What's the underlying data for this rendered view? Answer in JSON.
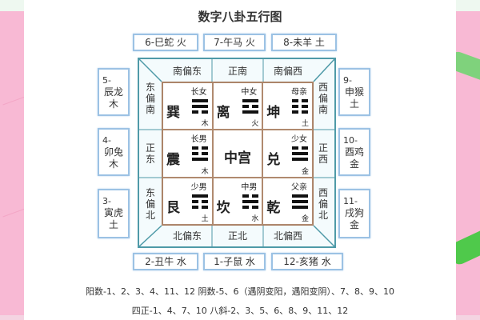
{
  "title": "数字八卦五行图",
  "top_boxes": [
    {
      "label": "6-巳蛇 火"
    },
    {
      "label": "7-午马 火"
    },
    {
      "label": "8-未羊 土"
    }
  ],
  "bottom_boxes": [
    {
      "label": "2-丑牛 水"
    },
    {
      "label": "1-子鼠 水"
    },
    {
      "label": "12-亥猪 水"
    }
  ],
  "left_boxes": [
    {
      "num": "5-",
      "animal": "辰龙",
      "element": "木"
    },
    {
      "num": "4-",
      "animal": "卯兔",
      "element": "木"
    },
    {
      "num": "3-",
      "animal": "寅虎",
      "element": "土"
    }
  ],
  "right_boxes": [
    {
      "num": "9-",
      "animal": "申猴",
      "element": "土"
    },
    {
      "num": "10-",
      "animal": "酉鸡",
      "element": "金"
    },
    {
      "num": "11-",
      "animal": "戌狗",
      "element": "金"
    }
  ],
  "directions": {
    "top": [
      "南偏东",
      "正南",
      "南偏西"
    ],
    "bottom": [
      "北偏东",
      "正北",
      "北偏西"
    ],
    "left": [
      "东偏南",
      "正东",
      "东偏北"
    ],
    "right": [
      "西偏南",
      "正西",
      "西偏北"
    ]
  },
  "trigrams": [
    {
      "name": "巽",
      "role": "长女",
      "element": "木",
      "lines": [
        "yang",
        "yang",
        "yin"
      ]
    },
    {
      "name": "离",
      "role": "中女",
      "element": "火",
      "lines": [
        "yang",
        "yin",
        "yang"
      ]
    },
    {
      "name": "坤",
      "role": "母亲",
      "element": "土",
      "lines": [
        "yin",
        "yin",
        "yin"
      ]
    },
    {
      "name": "震",
      "role": "长男",
      "element": "木",
      "lines": [
        "yin",
        "yin",
        "yang"
      ]
    },
    {
      "name": "中宫",
      "role": "",
      "element": "",
      "lines": []
    },
    {
      "name": "兑",
      "role": "少女",
      "element": "金",
      "lines": [
        "yin",
        "yang",
        "yang"
      ]
    },
    {
      "name": "艮",
      "role": "少男",
      "element": "土",
      "lines": [
        "yang",
        "yin",
        "yin"
      ]
    },
    {
      "name": "坎",
      "role": "中男",
      "element": "水",
      "lines": [
        "yin",
        "yang",
        "yin"
      ]
    },
    {
      "name": "乾",
      "role": "父亲",
      "element": "金",
      "lines": [
        "yang",
        "yang",
        "yang"
      ]
    }
  ],
  "footer": {
    "line1": "阳数-1、2、3、4、11、12   阴数-5、6（遇阴变阳，遇阳变阴）、7、8、9、10",
    "line2": "四正-1、4、7、10   八斜-2、3、5、6、8、9、11、12"
  },
  "colors": {
    "background_pink": "#f8b9d4",
    "box_border_blue": "#9cc2e4",
    "frame_teal": "#4f9aa8",
    "cell_border_brown": "#b08a6f",
    "accent_green": "#4fc94b"
  }
}
